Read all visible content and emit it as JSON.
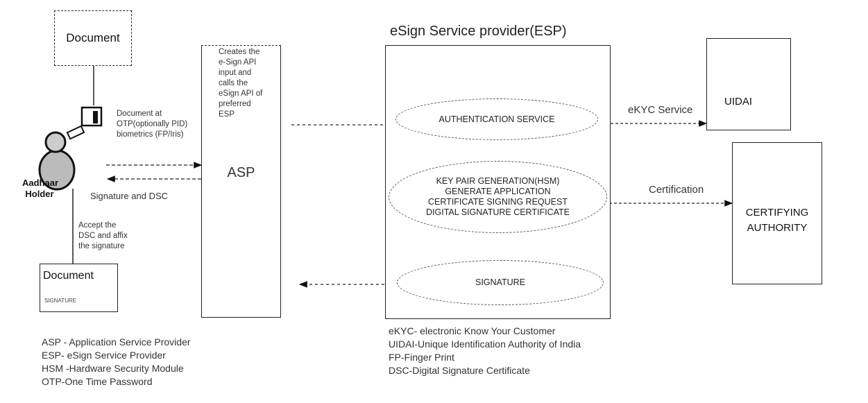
{
  "document_top": {
    "label": "Document"
  },
  "aadhaar_holder": {
    "label": "Aadhaar Holder"
  },
  "request_label": "Document at OTP(optionally PID) biometrics (FP/Iris)",
  "response_label": "Signature and DSC",
  "accept_label": "Accept the DSC and affix the signature",
  "document_signed": {
    "label": "Document",
    "signature": "SIGNATURE"
  },
  "asp": {
    "description": "Creates the e-Sign API input and calls the eSign API of preferred ESP",
    "label": "ASP"
  },
  "esp": {
    "title": "eSign Service provider(ESP)",
    "services": [
      {
        "label": "AUTHENTICATION SERVICE"
      },
      {
        "lines": [
          "KEY PAIR GENERATION(HSM)",
          "GENERATE APPLICATION",
          "CERTIFICATE SIGNING REQUEST",
          "DIGITAL SIGNATURE CERTIFICATE"
        ]
      },
      {
        "label": "SIGNATURE"
      }
    ]
  },
  "ekyc_label": "eKYC Service",
  "uidai": {
    "label": "UIDAI"
  },
  "certification_label": "Certification",
  "ca": {
    "label": "CERTIFYING AUTHORITY"
  },
  "legend_left": [
    "ASP - Application Service Provider",
    "ESP- eSign  Service Provider",
    "HSM -Hardware Security Module",
    "OTP-One Time Password"
  ],
  "legend_right": [
    "eKYC- electronic Know Your Customer",
    "UIDAI-Unique Identification Authority of India",
    "FP-Finger Print",
    "DSC-Digital Signature Certificate"
  ]
}
